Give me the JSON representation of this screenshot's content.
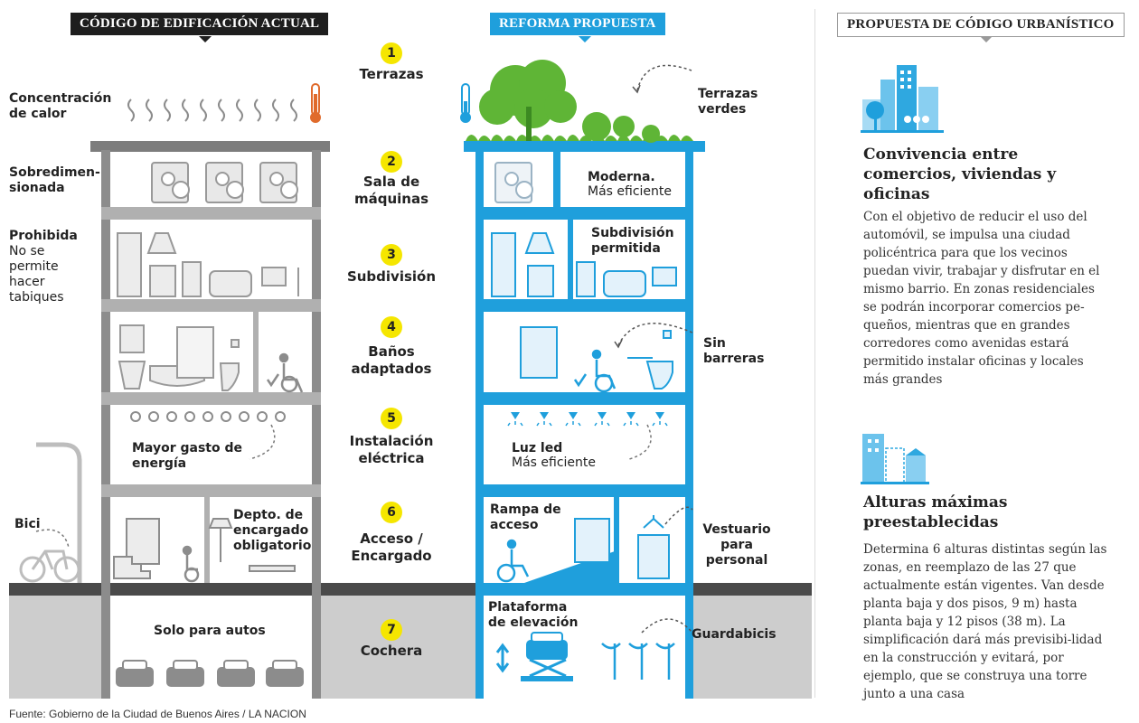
{
  "headers": {
    "current": "CÓDIGO DE EDIFICACIÓN ACTUAL",
    "proposed": "REFORMA PROPUESTA",
    "urban": "PROPUESTA DE CÓDIGO URBANÍSTICO"
  },
  "steps": [
    {
      "num": "1",
      "label": "Terrazas"
    },
    {
      "num": "2",
      "label": "Sala de máquinas"
    },
    {
      "num": "3",
      "label": "Subdivisión"
    },
    {
      "num": "4",
      "label": "Baños adaptados"
    },
    {
      "num": "5",
      "label": "Instalación eléctrica"
    },
    {
      "num": "6",
      "label": "Acceso / Encargado"
    },
    {
      "num": "7",
      "label": "Cochera"
    }
  ],
  "current": {
    "heat": "Concentración de calor",
    "oversized": "Sobredimen-sionada",
    "prohibited_title": "Prohibida",
    "prohibited_text": "No se permite hacer tabiques",
    "energy": "Mayor gasto de energía",
    "bike": "Bici",
    "caretaker": "Depto. de encargado obligatorio",
    "cars_only": "Solo para autos"
  },
  "proposed": {
    "green_roofs": "Terrazas verdes",
    "modern_title": "Moderna.",
    "modern_text": "Más eficiente",
    "subdivision": "Subdivisión permitida",
    "no_barriers": "Sin barreras",
    "led_title": "Luz led",
    "led_text": "Más eficiente",
    "ramp": "Rampa de acceso",
    "locker": "Vestuario para personal",
    "platform": "Plataforma de elevación",
    "bike_rack": "Guardabicis"
  },
  "urban": {
    "block1_title": "Convivencia entre comercios, viviendas y oficinas",
    "block1_text": "Con el objetivo de reducir el uso del automóvil, se impulsa una ciudad policéntrica para que los vecinos puedan vivir, trabajar y disfrutar en el mismo barrio. En zonas residenciales se podrán incorporar comercios pe-queños, mientras que en grandes corredores como avenidas estará permitido instalar oficinas y locales más grandes",
    "block2_title": "Alturas máximas preestablecidas",
    "block2_text": "Determina 6 alturas distintas según las zonas, en reemplazo de las 27 que actualmente están vigentes. Van desde planta baja y dos pisos, 9 m) hasta planta baja y 12 pisos (38 m). La simplificación dará más previsibi-lidad en la construcción y evitará, por ejemplo, que se construya una torre junto a una casa"
  },
  "source": "Fuente: Gobierno de la Ciudad de Buenos Aires / LA NACION",
  "colors": {
    "blue": "#1f9fdc",
    "gray": "#8c8c8c",
    "ground": "#c9c9c9",
    "yellow": "#f5e600",
    "green": "#5fb536"
  }
}
